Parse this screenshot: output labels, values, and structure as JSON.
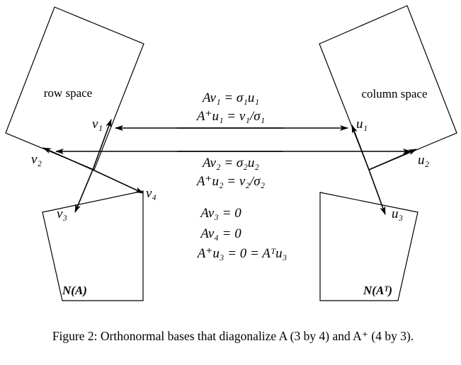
{
  "regions": {
    "row_space": "row space",
    "column_space": "column space",
    "null_A": "N(A)",
    "null_AT": "N(Aᵀ)"
  },
  "vectors": {
    "v1": "v₁",
    "v2": "v₂",
    "v3": "v₃",
    "v4": "v₄",
    "u1": "u₁",
    "u2": "u₂",
    "u3": "u₃"
  },
  "equations": [
    "Av₁ = σ₁u₁",
    "A⁺u₁ = v₁/σ₁",
    "Av₂ = σ₂u₂",
    "A⁺u₂ = v₂/σ₂",
    "Av₃ = 0",
    "Av₄ = 0",
    "A⁺u₃ = 0 = Aᵀu₃"
  ],
  "caption": "Figure 2: Orthonormal bases that diagonalize A (3 by 4) and A⁺ (4 by 3)."
}
